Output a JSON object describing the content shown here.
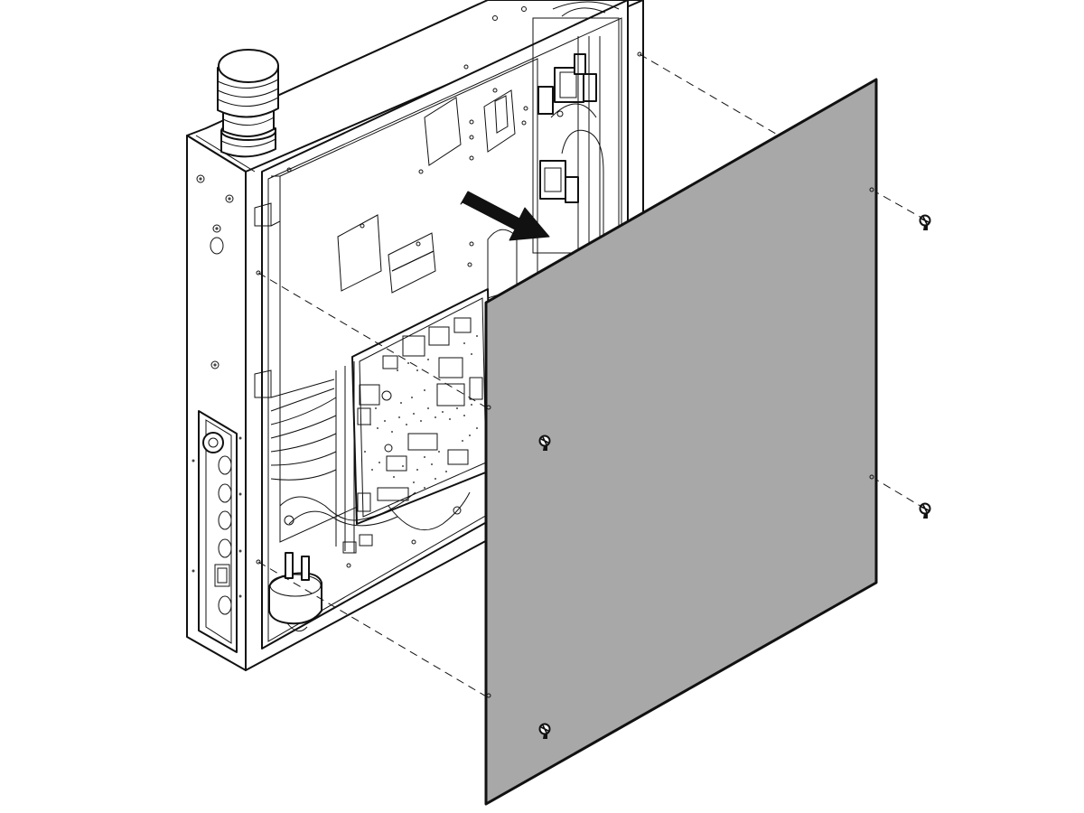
{
  "diagram": {
    "description_type": "exploded-assembly",
    "colors": {
      "line": "#111111",
      "background": "#ffffff",
      "panel_fill": "#a8a8a8",
      "arrow": "#111111"
    },
    "parts": [
      {
        "id": "enclosure",
        "icon": "cabinet-icon"
      },
      {
        "id": "beacon",
        "icon": "beacon-light-icon"
      },
      {
        "id": "side-panel",
        "icon": "gray-cover-panel-icon"
      },
      {
        "id": "screws",
        "icon": "screw-icon",
        "count": 4
      },
      {
        "id": "removal-arrow",
        "icon": "arrow-right-down-icon"
      },
      {
        "id": "circuit-board",
        "icon": "pcb-icon"
      }
    ]
  }
}
